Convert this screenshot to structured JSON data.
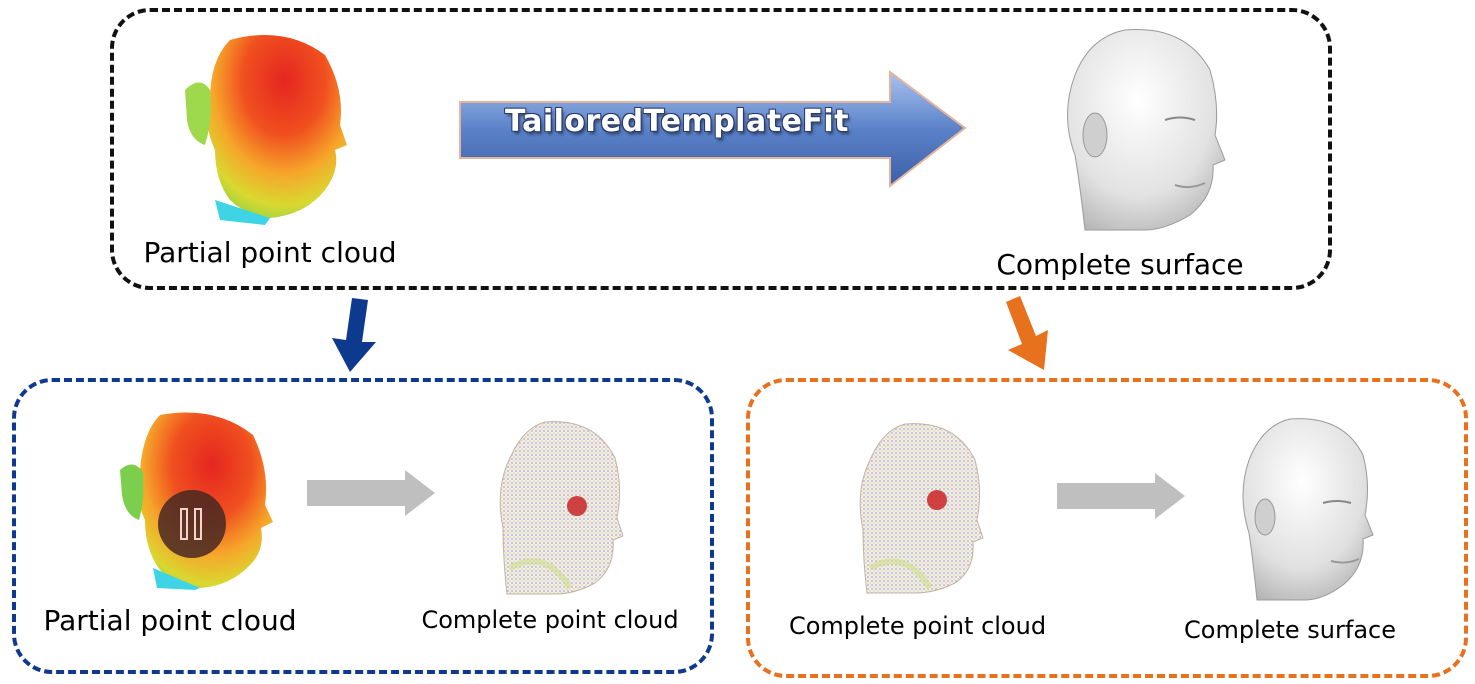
{
  "top_panel": {
    "input_label": "Partial point cloud",
    "method_label": "TailoredTemplateFit",
    "output_label": "Complete surface"
  },
  "left_panel": {
    "input_label": "Partial point cloud",
    "output_label": "Complete point cloud"
  },
  "right_panel": {
    "input_label": "Complete point cloud",
    "output_label": "Complete surface"
  },
  "colors": {
    "top_border": "#111111",
    "left_border": "#0d3a8e",
    "right_border": "#e8711d",
    "main_arrow": "#5b82c9",
    "down_arrow_left": "#0d3a8e",
    "down_arrow_right": "#e8711d",
    "step_arrow": "#bfbfbf"
  },
  "icons": {
    "pause": "pause-icon"
  }
}
